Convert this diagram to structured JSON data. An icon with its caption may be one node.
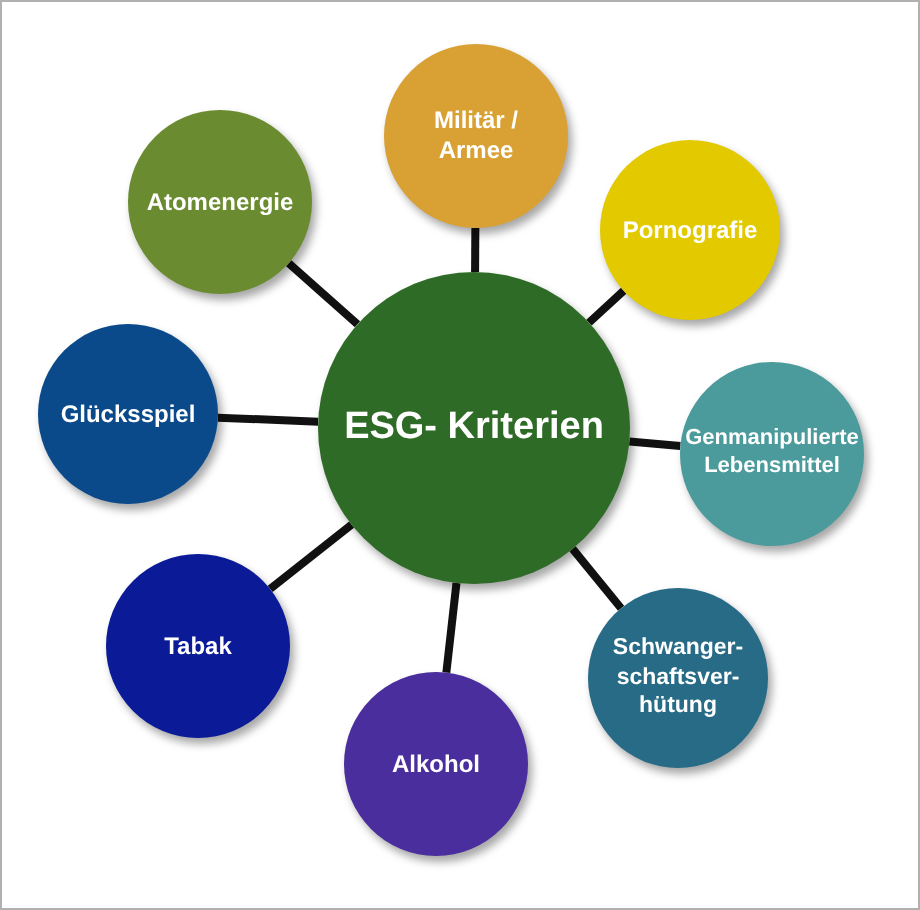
{
  "diagram": {
    "nodes": [
      {
        "text": [
          "ESG- Kriterien"
        ]
      },
      {
        "text": [
          "Militär / Armee"
        ]
      },
      {
        "text": [
          "Pornografie"
        ]
      },
      {
        "text": [
          "Genmanipulierte Lebensmittel"
        ]
      },
      {
        "text": [
          "Schwanger- schaftsver- hütung"
        ]
      },
      {
        "text": [
          "Alkohol"
        ]
      },
      {
        "text": [
          "Tabak"
        ]
      },
      {
        "text": [
          "Glücksspiel"
        ]
      },
      {
        "text": [
          "Atomenergie"
        ]
      }
    ],
    "edges": [
      {
        "from": 0,
        "to": 1,
        "arrow": "none"
      },
      {
        "from": 0,
        "to": 2,
        "arrow": "none"
      },
      {
        "from": 0,
        "to": 3,
        "arrow": "none"
      },
      {
        "from": 0,
        "to": 4,
        "arrow": "none"
      },
      {
        "from": 0,
        "to": 5,
        "arrow": "none"
      },
      {
        "from": 0,
        "to": 6,
        "arrow": "none"
      },
      {
        "from": 0,
        "to": 7,
        "arrow": "none"
      },
      {
        "from": 0,
        "to": 8,
        "arrow": "none"
      }
    ]
  }
}
